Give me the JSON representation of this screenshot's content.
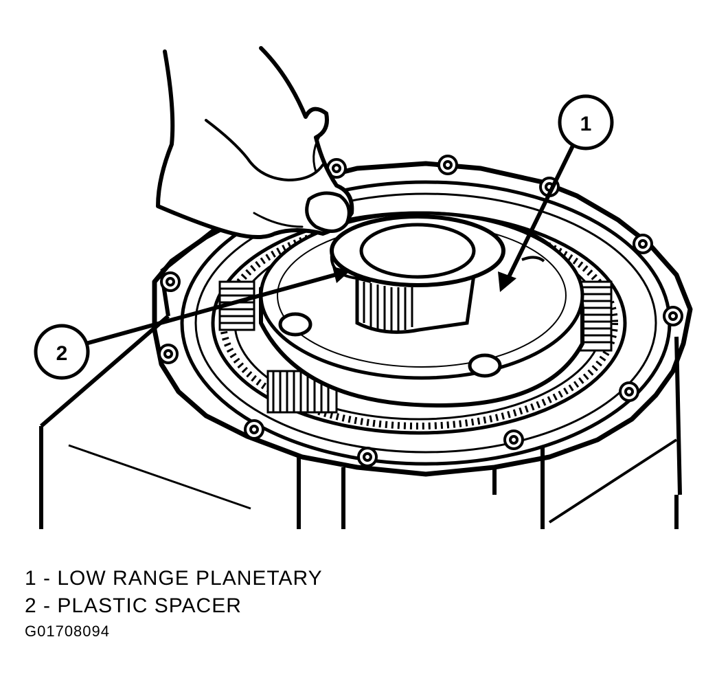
{
  "callouts": [
    {
      "number": "1",
      "label": "LOW RANGE PLANETARY"
    },
    {
      "number": "2",
      "label": "PLASTIC SPACER"
    }
  ],
  "legend": [
    {
      "number": "1",
      "separator": " - ",
      "text": "LOW RANGE PLANETARY"
    },
    {
      "number": "2",
      "separator": " - ",
      "text": "PLASTIC SPACER"
    }
  ],
  "figure_id": "G01708094",
  "colors": {
    "ink": "#000000",
    "paper": "#ffffff"
  }
}
